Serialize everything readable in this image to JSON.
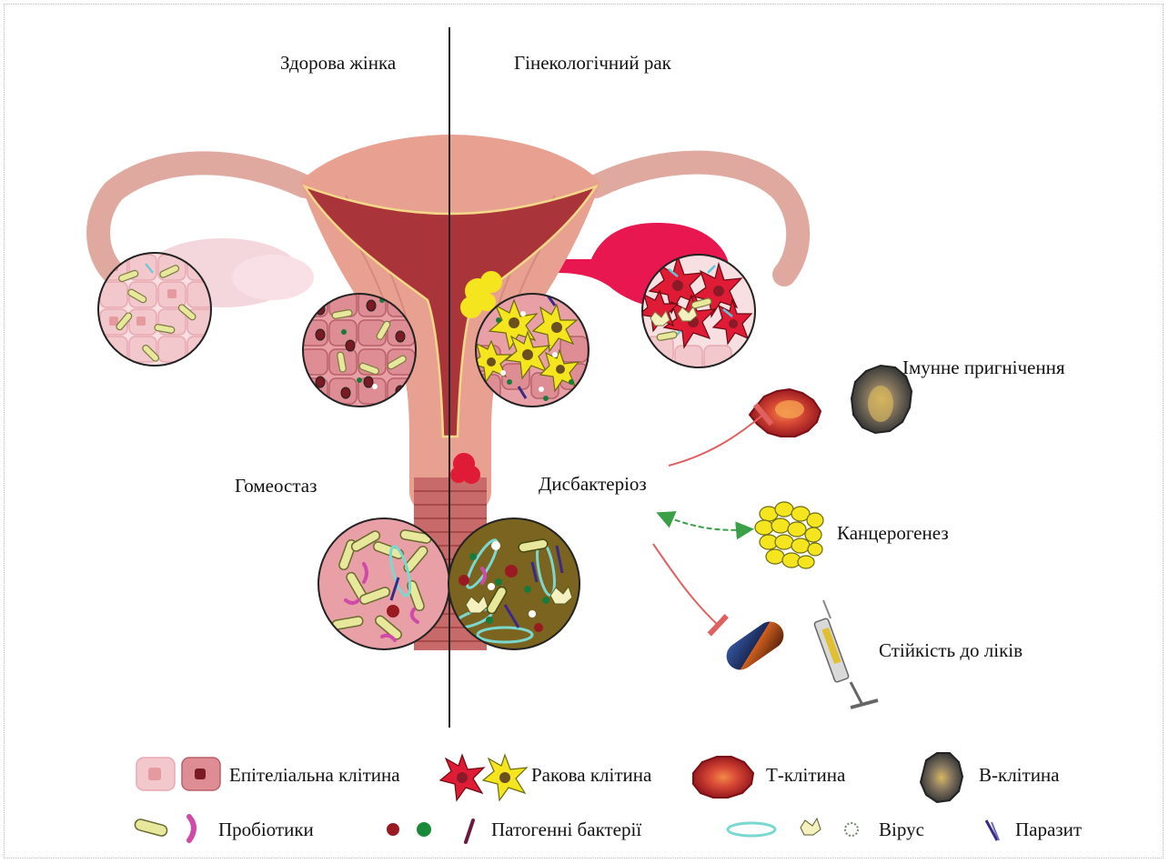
{
  "labels": {
    "healthy": "Здорова жінка",
    "cancer": "Гінекологічний рак",
    "homeostasis": "Гомеостаз",
    "dysbiosis": "Дисбактеріоз",
    "immune_suppression": "Імунне пригнічення",
    "carcinogenesis": "Канцерогенез",
    "drug_resistance": "Стійкість до ліків"
  },
  "legend": {
    "epithelial": "Епітеліальна клітина",
    "cancer_cell": "Ракова клітина",
    "t_cell": "Т-клітина",
    "b_cell": "В-клітина",
    "probiotics": "Пробіотики",
    "pathogenic": "Патогенні бактерії",
    "virus": "Вірус",
    "parasite": "Паразит"
  },
  "colors": {
    "uterus": "#e8a090",
    "uterus_inner": "#a9343a",
    "tube_healthy": "#e0a9a0",
    "ovary_healthy": "#f4d6dd",
    "ovary_cancer": "#e8174f",
    "cancer_red": "#e01b35",
    "cancer_yellow": "#f5e51f",
    "bacteria": "#e7e89c",
    "inhibit_arrow": "#e06060",
    "bidirectional_arrow": "#3aa048"
  }
}
